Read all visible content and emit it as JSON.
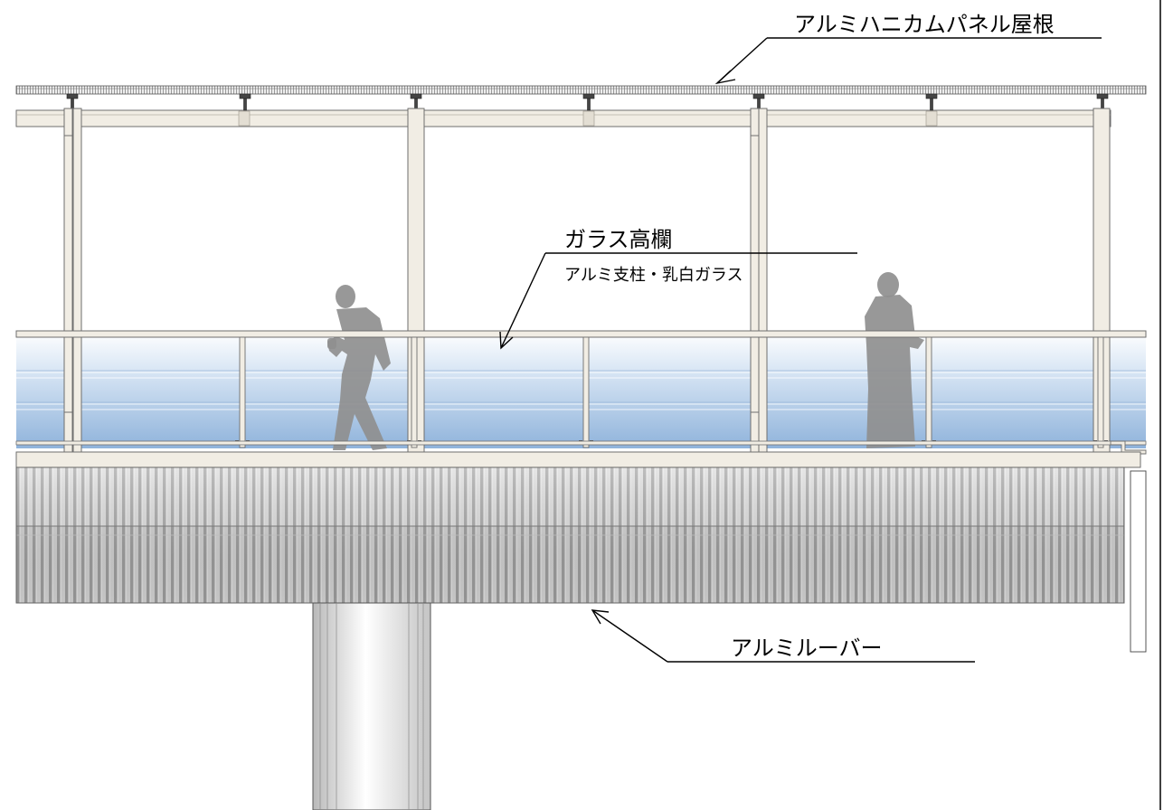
{
  "labels": {
    "roof": "アルミハニカムパネル屋根",
    "railing_title": "ガラス高欄",
    "railing_sub": "アルミ支柱・乳白ガラス",
    "louver": "アルミルーバー"
  },
  "colors": {
    "frame": "#f1ede4",
    "frame_stroke": "#6e6e6e",
    "glass_top": "#ffffff",
    "glass_bottom": "#8fb3db",
    "louver_light": "#dcdcdc",
    "louver_dark": "#a6a6a6",
    "silhouette": "#8c8c8c",
    "line": "#000000"
  },
  "icons": [
    "arrow-icon",
    "person-silhouette-icon"
  ]
}
